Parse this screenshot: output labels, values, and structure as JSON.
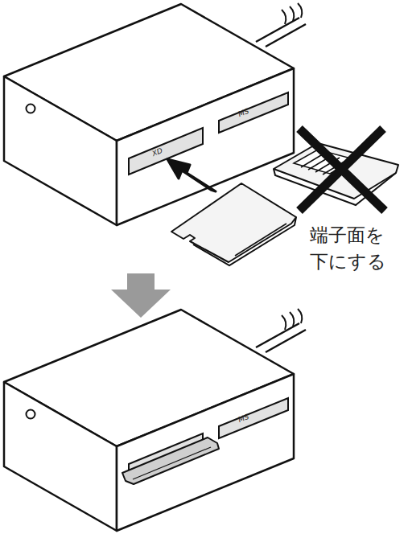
{
  "diagram": {
    "labels": [
      "MS",
      "XD",
      "端子面を 下にする",
      "MS"
    ]
  }
}
